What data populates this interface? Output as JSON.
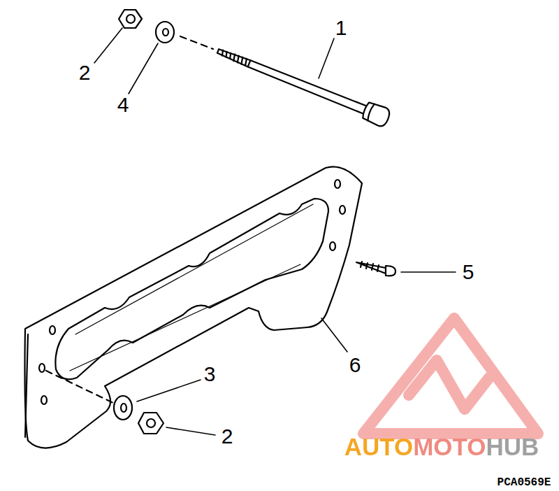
{
  "diagram": {
    "labels": [
      "1",
      "2",
      "4",
      "5",
      "6",
      "3",
      "2",
      "AUTOMOTOHUB",
      "PCA0569E"
    ]
  }
}
